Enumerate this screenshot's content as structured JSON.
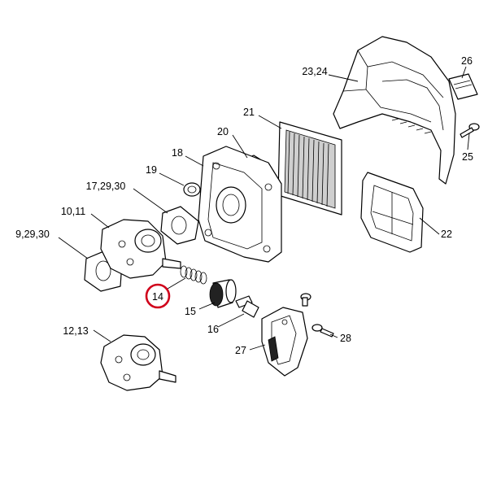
{
  "callouts": [
    {
      "id": "lbl-26",
      "text": "26"
    },
    {
      "id": "lbl-23-24",
      "text": "23,24"
    },
    {
      "id": "lbl-21",
      "text": "21"
    },
    {
      "id": "lbl-20",
      "text": "20"
    },
    {
      "id": "lbl-25",
      "text": "25"
    },
    {
      "id": "lbl-18",
      "text": "18"
    },
    {
      "id": "lbl-19",
      "text": "19"
    },
    {
      "id": "lbl-17-29-30",
      "text": "17,29,30"
    },
    {
      "id": "lbl-10-11",
      "text": "10,11"
    },
    {
      "id": "lbl-9-29-30",
      "text": "9,29,30"
    },
    {
      "id": "lbl-22",
      "text": "22"
    },
    {
      "id": "lbl-14",
      "text": "14"
    },
    {
      "id": "lbl-15",
      "text": "15"
    },
    {
      "id": "lbl-16",
      "text": "16"
    },
    {
      "id": "lbl-12-13",
      "text": "12,13"
    },
    {
      "id": "lbl-28",
      "text": "28"
    },
    {
      "id": "lbl-27",
      "text": "27"
    }
  ],
  "highlight": {
    "part": "14",
    "color": "#d0021b"
  }
}
